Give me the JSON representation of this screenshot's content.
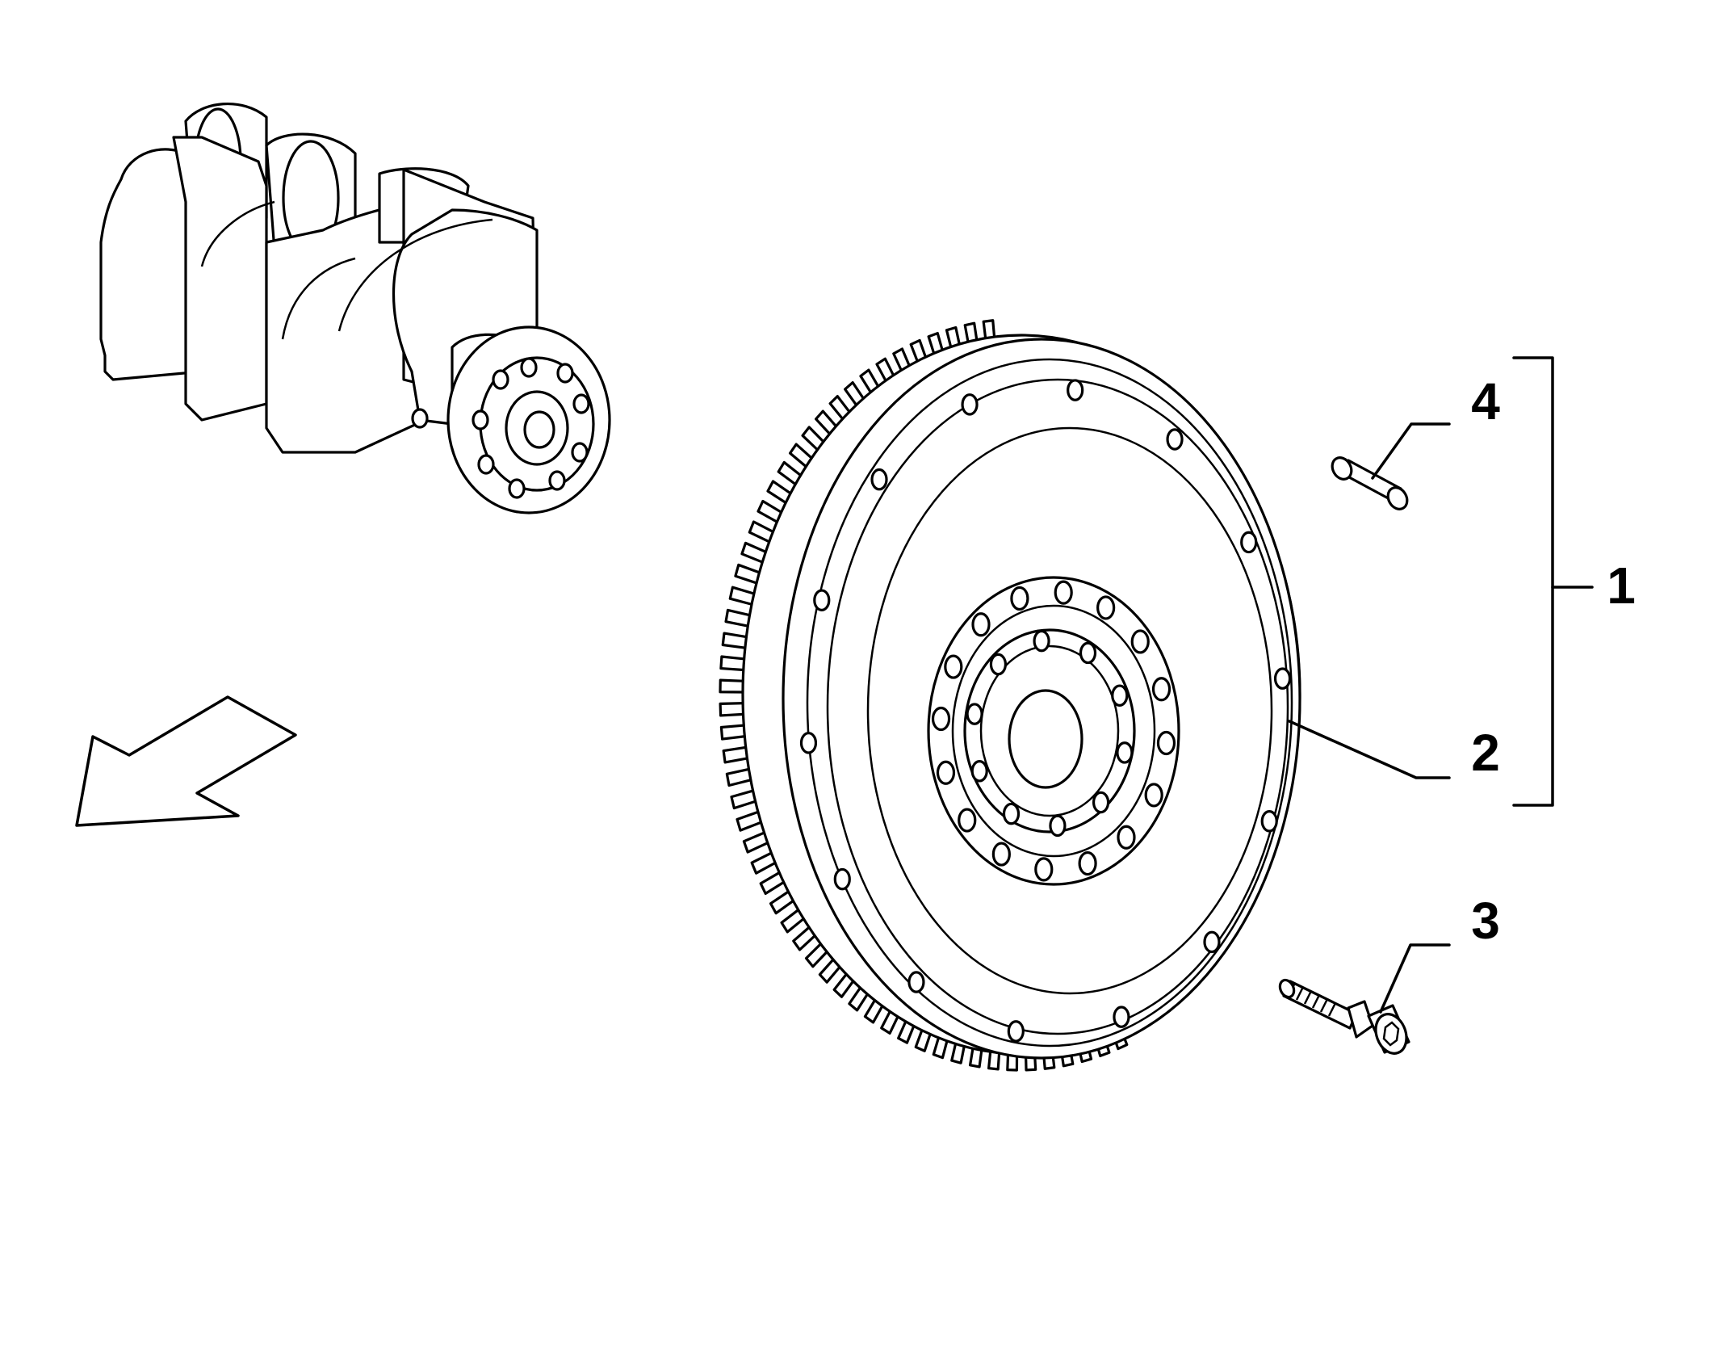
{
  "diagram": {
    "callouts": [
      {
        "id": "callout-1",
        "label": "1"
      },
      {
        "id": "callout-2",
        "label": "2"
      },
      {
        "id": "callout-3",
        "label": "3"
      },
      {
        "id": "callout-4",
        "label": "4"
      }
    ],
    "parts": [
      {
        "name": "crankshaft",
        "callout": null
      },
      {
        "name": "flywheel-assembly",
        "callout": "1"
      },
      {
        "name": "flywheel",
        "callout": "2"
      },
      {
        "name": "flywheel-bolt",
        "callout": "3"
      },
      {
        "name": "dowel-pin",
        "callout": "4"
      }
    ],
    "direction_arrow": "front-arrow-icon"
  }
}
